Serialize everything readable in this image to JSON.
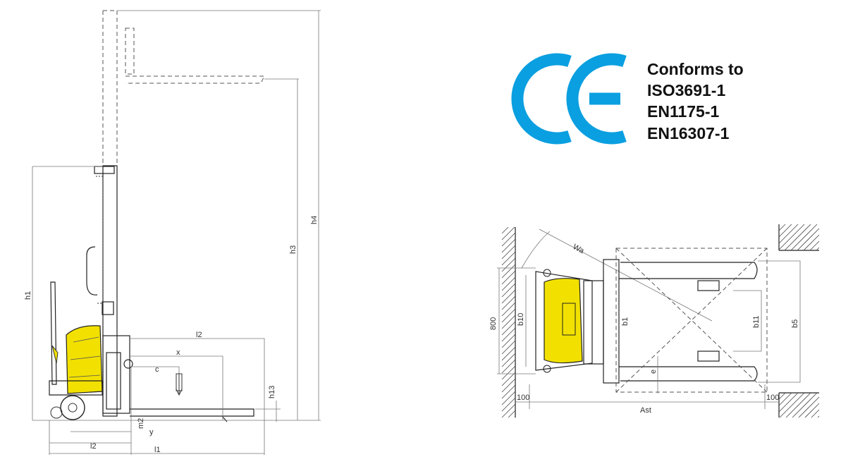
{
  "certification": {
    "mark_color": "#0a9fe0",
    "lines": [
      "Conforms to",
      "ISO3691-1",
      "EN1175-1",
      "EN16307-1"
    ]
  },
  "side_view": {
    "accent_color": "#f2e100",
    "labels": {
      "h1": "h1",
      "h3": "h3",
      "h4": "h4",
      "h13": "h13",
      "l1": "l1",
      "l2_upper": "l2",
      "l2_lower": "l2",
      "x": "x",
      "c": "c",
      "y": "y",
      "m2": "m2"
    }
  },
  "top_view": {
    "labels": {
      "wa": "Wa",
      "b10": "b10",
      "b1": "b1",
      "b11": "b11",
      "b5": "b5",
      "e": "e",
      "ast": "Ast",
      "width_800": "800",
      "clear_left": "100",
      "clear_right": "100"
    }
  }
}
